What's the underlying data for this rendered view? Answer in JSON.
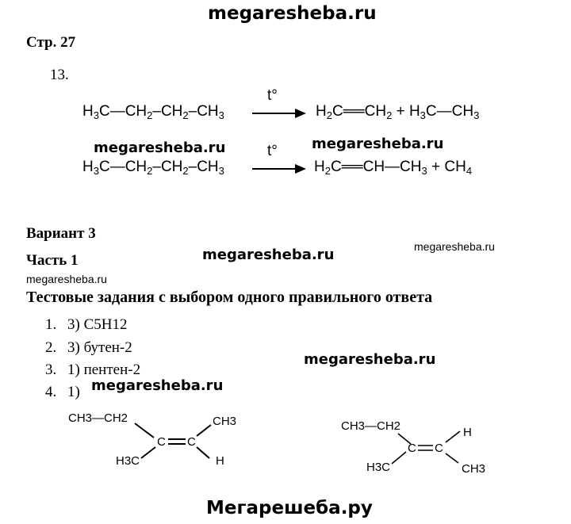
{
  "watermarks": {
    "top": "megaresheba.ru",
    "w1": "megaresheba.ru",
    "w2": "megaresheba.ru",
    "w3": "megaresheba.ru",
    "w4": "megaresheba.ru",
    "w5": "megaresheba.ru",
    "w6": "megaresheba.ru",
    "w7": "megaresheba.ru",
    "bottom": "Мегарешеба.ру"
  },
  "page_label": "Стр. 27",
  "task_number": "13.",
  "reactions": [
    {
      "reactant": "H3C—CH2–CH2–CH3",
      "condition": "t°",
      "products": "H2C══CH2 + H3C—CH3"
    },
    {
      "reactant": "H3C—CH2–CH2–CH3",
      "condition": "t°",
      "products": "H2C══CH—CH3 + CH4"
    }
  ],
  "variant": "Вариант 3",
  "part": "Часть 1",
  "section_title": "Тестовые задания с выбором одного правильного ответа",
  "answers": [
    {
      "num": "1.",
      "text": "3) C5H12"
    },
    {
      "num": "2.",
      "text": "3) бутен-2"
    },
    {
      "num": "3.",
      "text": "1) пентен-2"
    },
    {
      "num": "4.",
      "text": "1)"
    }
  ],
  "structures": [
    {
      "top_left": "CH3—CH2",
      "top_right": "CH3",
      "bottom_left": "H3C",
      "bottom_right": "H",
      "center": "C══C"
    },
    {
      "top_left": "CH3—CH2",
      "top_right": "H",
      "bottom_left": "H3C",
      "bottom_right": "CH3",
      "center": "C══C"
    }
  ]
}
